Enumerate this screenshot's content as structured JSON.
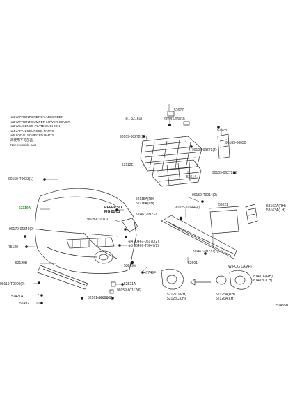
{
  "legend": [
    "※1 W/FRONT ENERGY ABSORBER",
    "※2 W/FRONT BUMPER LOWER COVER",
    "※3 W/LICENCE PLATE CUSHION",
    "※4 JAPAN SOURCED PARTS",
    "※5 LOCAL SOURCED PARTS",
    "再使用不可部品",
    "Non-reusable part"
  ],
  "labels": {
    "p52677": "52677",
    "p52161T": "※1 52161T",
    "p90183_06030a": "90183-06030",
    "p90109_06272_1": "90109-06272(1)",
    "p52678": "52678",
    "p90183_06030b": "90183-06030",
    "p90109_06272_2": "90109-06272(2)",
    "p90109_06272_3": "90109-06272(2)",
    "p53112E": "53112E",
    "p52614": "52614",
    "p90159_T0033": "90159-T0033(1)",
    "p90159_T0014": "90159-T0014(2)",
    "p52119A": "52119A",
    "p90189_T0019": "90189-T0019",
    "refer": "REFER TO\nFIG 81-01",
    "p52115A": "52115A(RH)",
    "p52116A": "52116A(LH)",
    "p90105_T0144": "90105-T0144(4)",
    "p52021": "52021",
    "p53162A": "53162A(RH)",
    "p53163A": "53163A(LH)",
    "p90467_09237a": "90467-09237",
    "p90179_06349": "90179-06349(2)",
    "p90467_05170": "※4 90467-05170(2)",
    "p90467_T0047": "※5 90467-T0047(2)",
    "p90467_09237b": "90467-09237(2)",
    "p75129": "75129",
    "p52129B": "52129B",
    "p53879M": "53879M",
    "p47749F": "47749F",
    "p52601": "52601",
    "wfog": "W/FOG LAMP)",
    "p90119_T0209": "90119-T0209(2)",
    "p52521A": "52521A",
    "p52127D": "52127D(RH)",
    "p52128C": "52128C(LH)",
    "p81481E": "81481E(RH)",
    "p81482C": "81482C(LH)",
    "p90159_60117": "90159-60117(6)",
    "p52421A": "52421A",
    "p52161_06050": "52161-06050(5)",
    "p52492": "52492",
    "p52125A": "52125A(RH)",
    "p52126A": "52126A(LH)",
    "code": "52455B"
  },
  "colors": {
    "line": "#2a2a2a",
    "highlight": "#2e9a2e"
  }
}
